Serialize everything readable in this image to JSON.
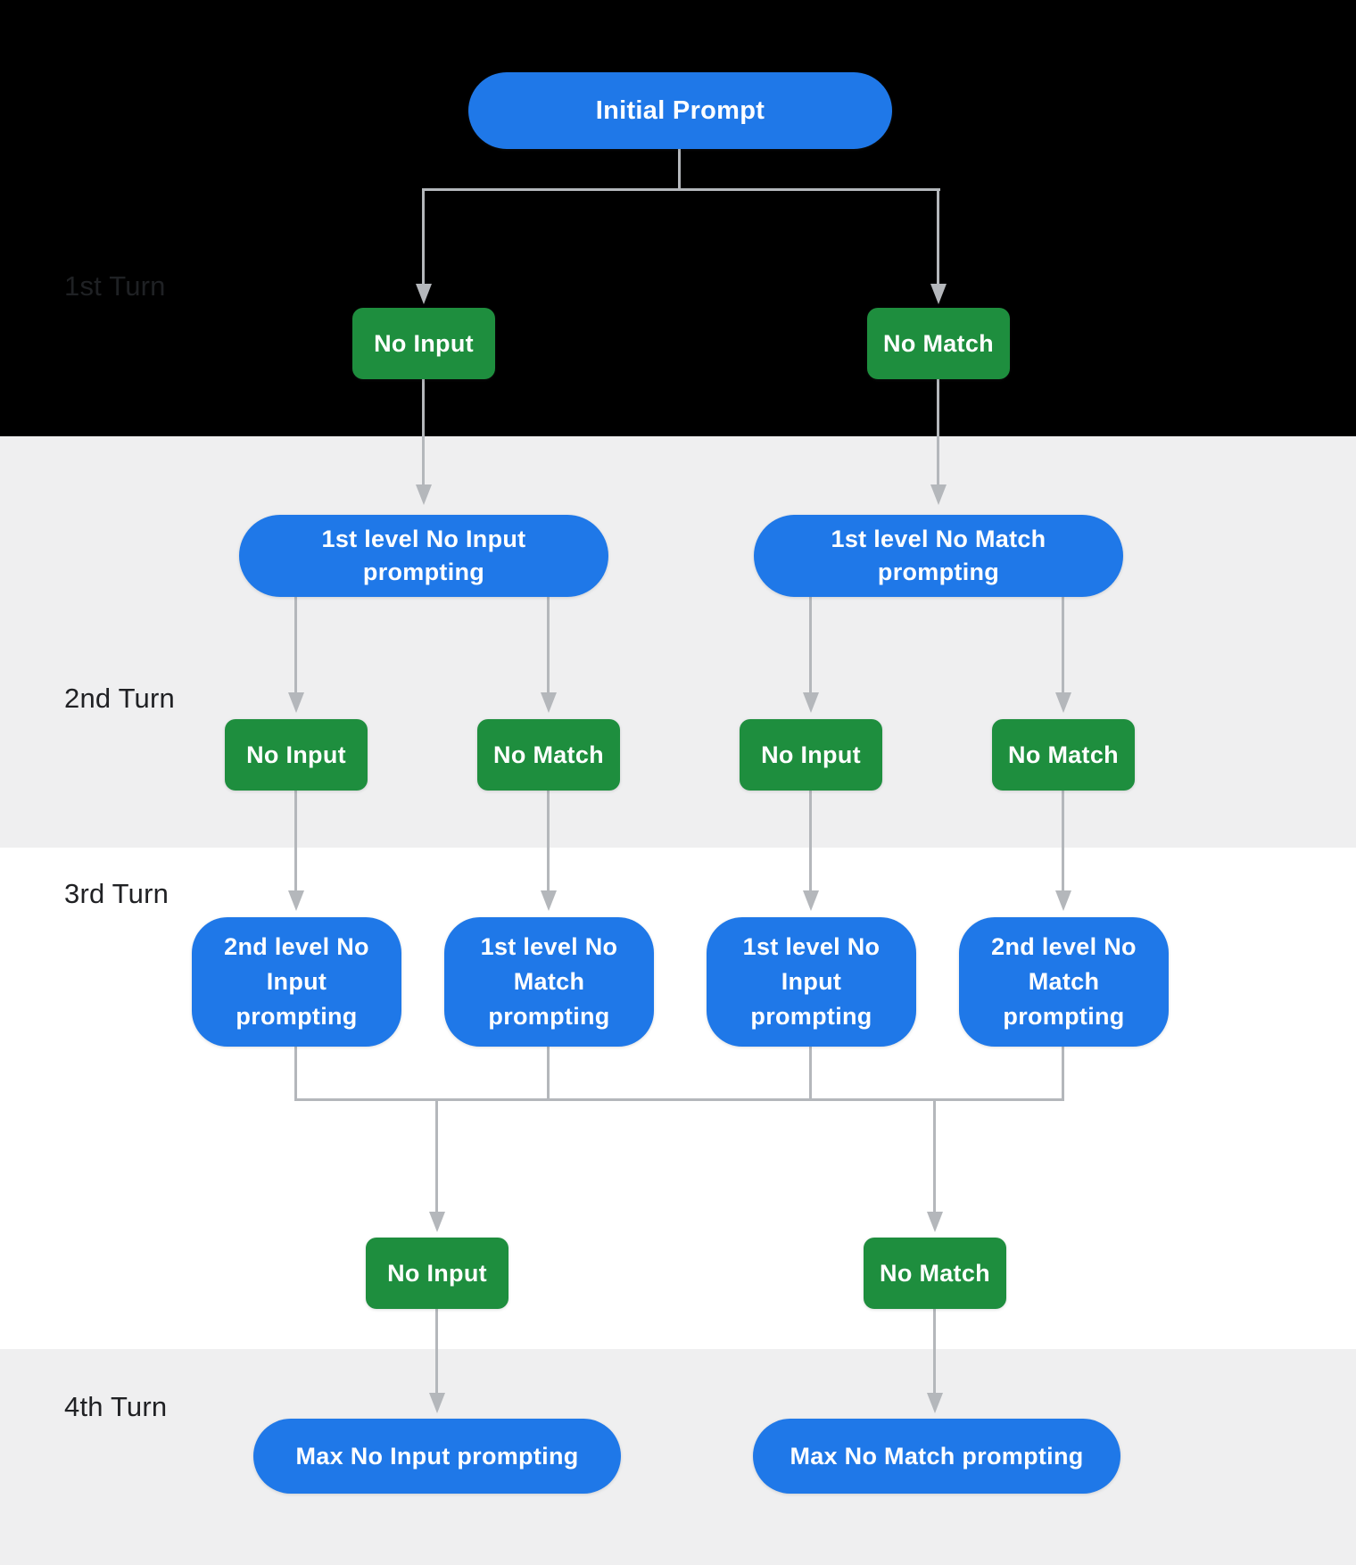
{
  "diagram": {
    "type": "flowchart",
    "description_visible_text_only": true
  },
  "colors": {
    "prompt_node_blue": "#1f78e8",
    "event_node_green": "#1e8e3e",
    "connector_gray": "#b4b7bb",
    "band_dark": "#000000",
    "band_light_gray": "#efeff0",
    "band_white": "#ffffff",
    "turn_label_text": "#202124",
    "node_text": "#ffffff"
  },
  "turns": [
    {
      "label": "1st Turn"
    },
    {
      "label": "2nd Turn"
    },
    {
      "label": "3rd Turn"
    },
    {
      "label": "4th Turn"
    }
  ],
  "rows": {
    "initial": "Initial Prompt",
    "turn1_events": [
      "No Input",
      "No Match"
    ],
    "level1_prompts": [
      "1st level No Input\nprompting",
      "1st level No Match\nprompting"
    ],
    "turn2_events": [
      "No Input",
      "No Match",
      "No Input",
      "No Match"
    ],
    "level2_prompts": [
      "2nd level No\nInput\nprompting",
      "1st level No\nMatch\nprompting",
      "1st level No\nInput\nprompting",
      "2nd level No\nMatch\nprompting"
    ],
    "turn3_events": [
      "No Input",
      "No Match"
    ],
    "max_prompts": [
      "Max No Input prompting",
      "Max No Match prompting"
    ]
  }
}
